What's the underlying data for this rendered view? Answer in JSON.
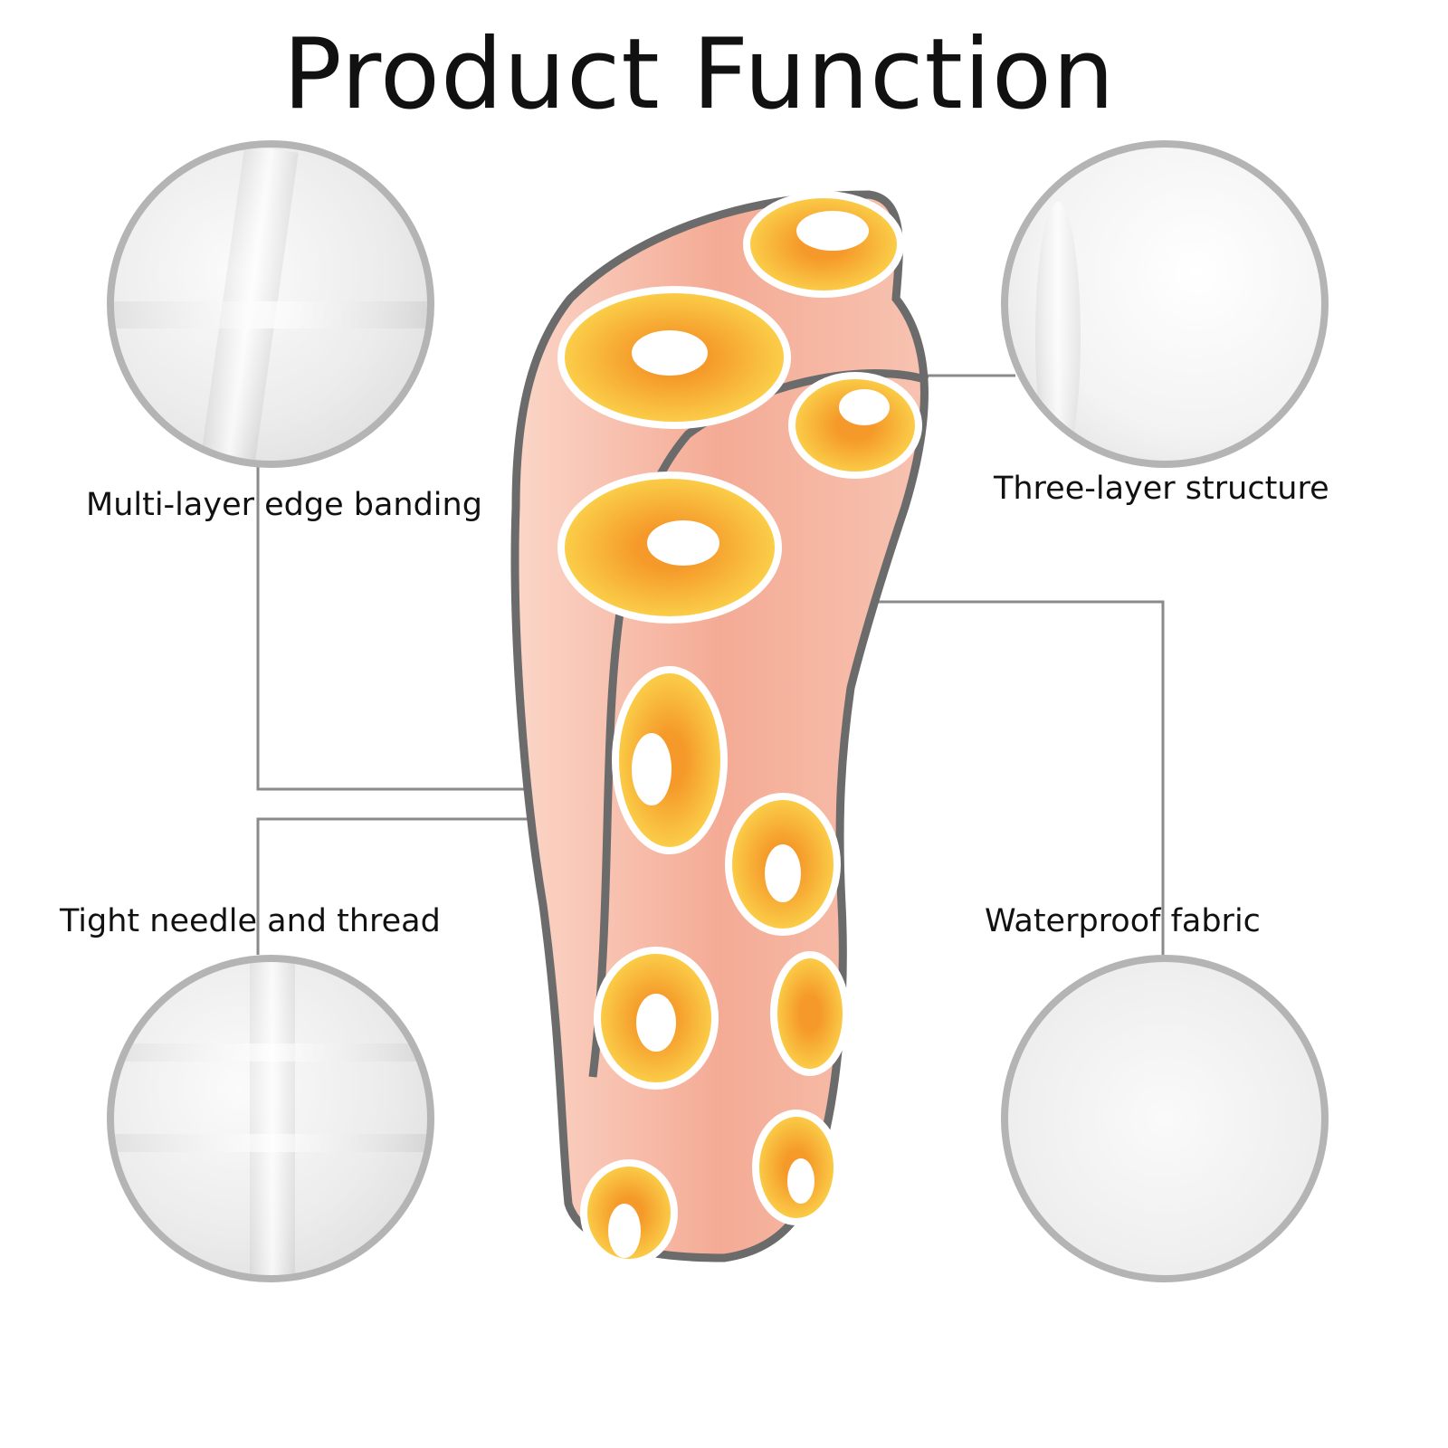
{
  "title": "Product Function",
  "features": [
    {
      "label": "Multi-layer edge banding"
    },
    {
      "label": "Three-layer structure"
    },
    {
      "label": "Tight needle and thread"
    },
    {
      "label": "Waterproof fabric"
    }
  ],
  "colors": {
    "fabric": "#f4b3a0",
    "trim": "#6b6b6b",
    "fruit": "#f7b531",
    "circle_border": "#b4b4b4"
  }
}
